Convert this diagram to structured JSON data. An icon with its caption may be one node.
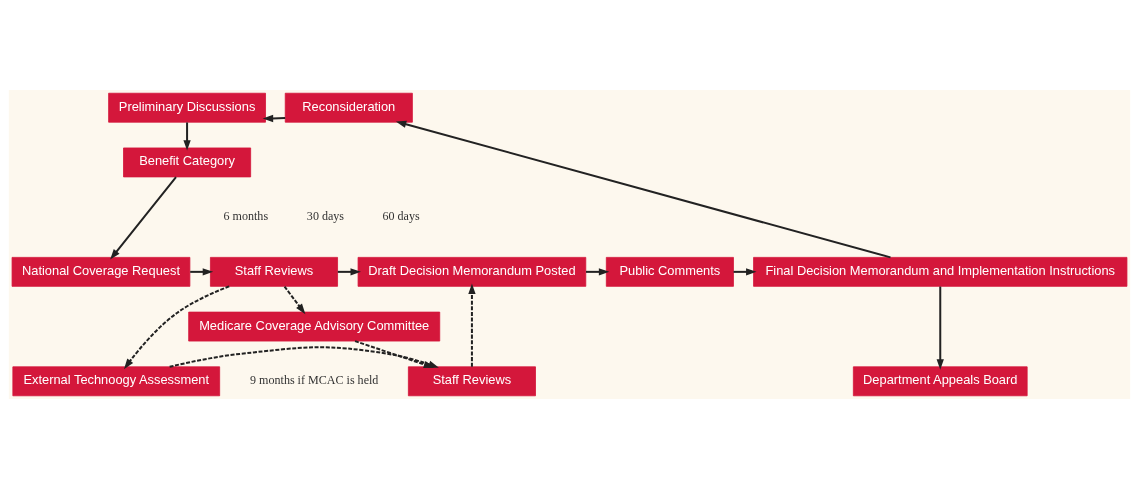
{
  "diagram": {
    "nodes": [
      {
        "text": [
          "Preliminary Discussions"
        ]
      },
      {
        "text": [
          "Reconsideration"
        ]
      },
      {
        "text": [
          "Benefit Category"
        ]
      },
      {
        "text": [
          "National Coverage Request"
        ]
      },
      {
        "text": [
          "Staff Reviews"
        ]
      },
      {
        "text": [
          "Draft Decision Memorandum Posted"
        ]
      },
      {
        "text": [
          "Public Comments"
        ]
      },
      {
        "text": [
          "Final Decision Memorandum and Implementation Instructions"
        ]
      },
      {
        "text": [
          "External Technoogy Assessment"
        ]
      },
      {
        "text": [
          "Staff Reviews"
        ]
      },
      {
        "text": [
          "Medicare Coverage Advisory Committee"
        ]
      },
      {
        "text": [
          "Department Appeals Board"
        ]
      }
    ],
    "edges": [
      {
        "from": 1,
        "to": 0,
        "arrow": "to"
      },
      {
        "from": 0,
        "to": 2,
        "arrow": "to"
      },
      {
        "from": 2,
        "to": 3,
        "arrow": "to"
      },
      {
        "from": 3,
        "to": 4,
        "arrow": "to"
      },
      {
        "from": 4,
        "to": 5,
        "arrow": "to"
      },
      {
        "from": 5,
        "to": 6,
        "arrow": "to"
      },
      {
        "from": 6,
        "to": 7,
        "arrow": "to"
      },
      {
        "from": 7,
        "to": 1,
        "arrow": "to"
      },
      {
        "from": 7,
        "to": 11,
        "arrow": "to"
      },
      {
        "from": 4,
        "to": 8,
        "arrow": "to",
        "style": "dashed"
      },
      {
        "from": 4,
        "to": 10,
        "arrow": "to",
        "style": "dashed"
      },
      {
        "from": 8,
        "to": 9,
        "arrow": "to",
        "style": "dashed"
      },
      {
        "from": 10,
        "to": 9,
        "arrow": "to",
        "style": "dashed"
      },
      {
        "from": 9,
        "to": 5,
        "arrow": "to",
        "style": "dashed"
      }
    ],
    "labels": [
      "6 months",
      "30 days",
      "60 days",
      "9 months if MCAC is held"
    ]
  }
}
